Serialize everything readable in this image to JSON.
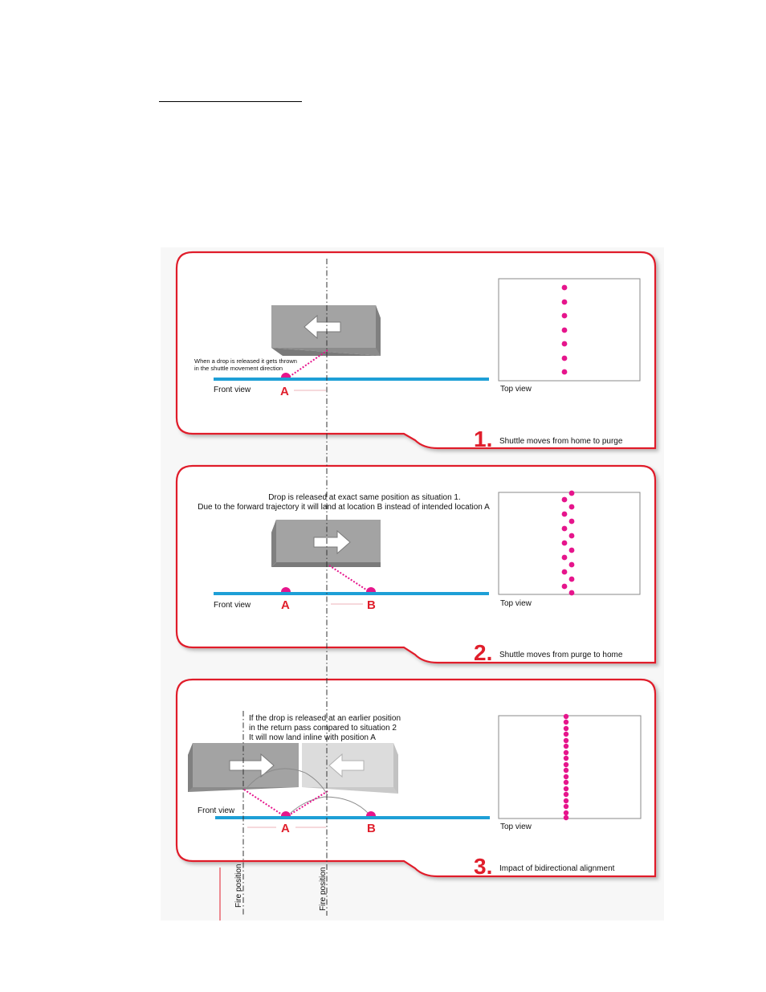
{
  "colors": {
    "frame": "#e01e2b",
    "track": "#1e9fd6",
    "drop": "#e6158c",
    "shuttle_dark": "#9d9d9d",
    "shuttle_light": "#dadada"
  },
  "panel1": {
    "number": "1.",
    "caption": "Shuttle moves from home to purge",
    "note_line1": "When a drop is released it gets thrown",
    "note_line2": "in the shuttle movement direction",
    "front_view": "Front view",
    "top_view": "Top view",
    "label_a": "A",
    "arrow_icon": "left-arrow"
  },
  "panel2": {
    "number": "2.",
    "caption": "Shuttle moves from purge to home",
    "note_line1": "Drop is released at exact same position as situation 1.",
    "note_line2": "Due to the forward trajectory it will land at location B instead of intended location A",
    "front_view": "Front view",
    "top_view": "Top view",
    "label_a": "A",
    "label_b": "B",
    "arrow_icon": "right-arrow"
  },
  "panel3": {
    "number": "3.",
    "caption": "Impact of bidirectional alignment",
    "note_line1": "If the drop is released at an earlier position",
    "note_line2": "in the return pass compared to situation 2",
    "note_line3": "It will now land inline with position A",
    "front_view": "Front view",
    "top_view": "Top view",
    "label_a": "A",
    "label_b": "B",
    "fire_position_left": "Fire position",
    "fire_position_right": "Fire position"
  }
}
